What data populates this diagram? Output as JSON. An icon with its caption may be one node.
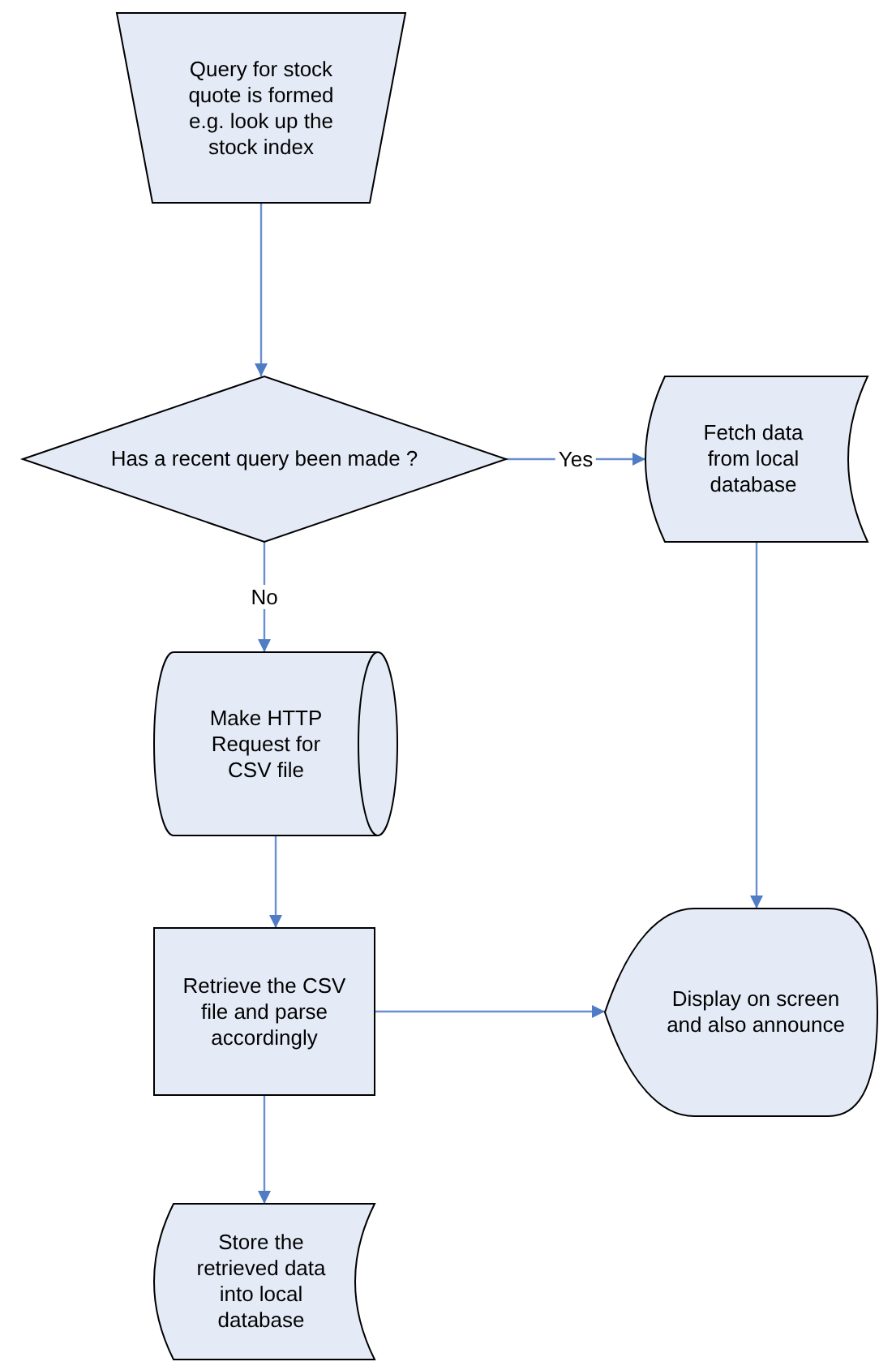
{
  "diagram": {
    "nodes": [
      {
        "text": [
          "Query for stock quote is formed e.g. look up the stock index"
        ]
      },
      {
        "text": [
          "Has a recent query been made ?"
        ]
      },
      {
        "text": [
          "Fetch data from local database"
        ]
      },
      {
        "text": [
          "Make HTTP Request for CSV file"
        ]
      },
      {
        "text": [
          "Retrieve the CSV file and parse accordingly"
        ]
      },
      {
        "text": [
          "Display on screen and also announce"
        ]
      },
      {
        "text": [
          "Store the retrieved data into local database"
        ]
      }
    ],
    "edges": [
      {
        "from": 0,
        "to": 1,
        "arrow": "to"
      },
      {
        "from": 1,
        "to": 2,
        "arrow": "to",
        "label": "Yes"
      },
      {
        "from": 1,
        "to": 3,
        "arrow": "to",
        "label": "No"
      },
      {
        "from": 3,
        "to": 4,
        "arrow": "to"
      },
      {
        "from": 2,
        "to": 5,
        "arrow": "to"
      },
      {
        "from": 4,
        "to": 5,
        "arrow": "to"
      },
      {
        "from": 4,
        "to": 6,
        "arrow": "to"
      }
    ]
  }
}
